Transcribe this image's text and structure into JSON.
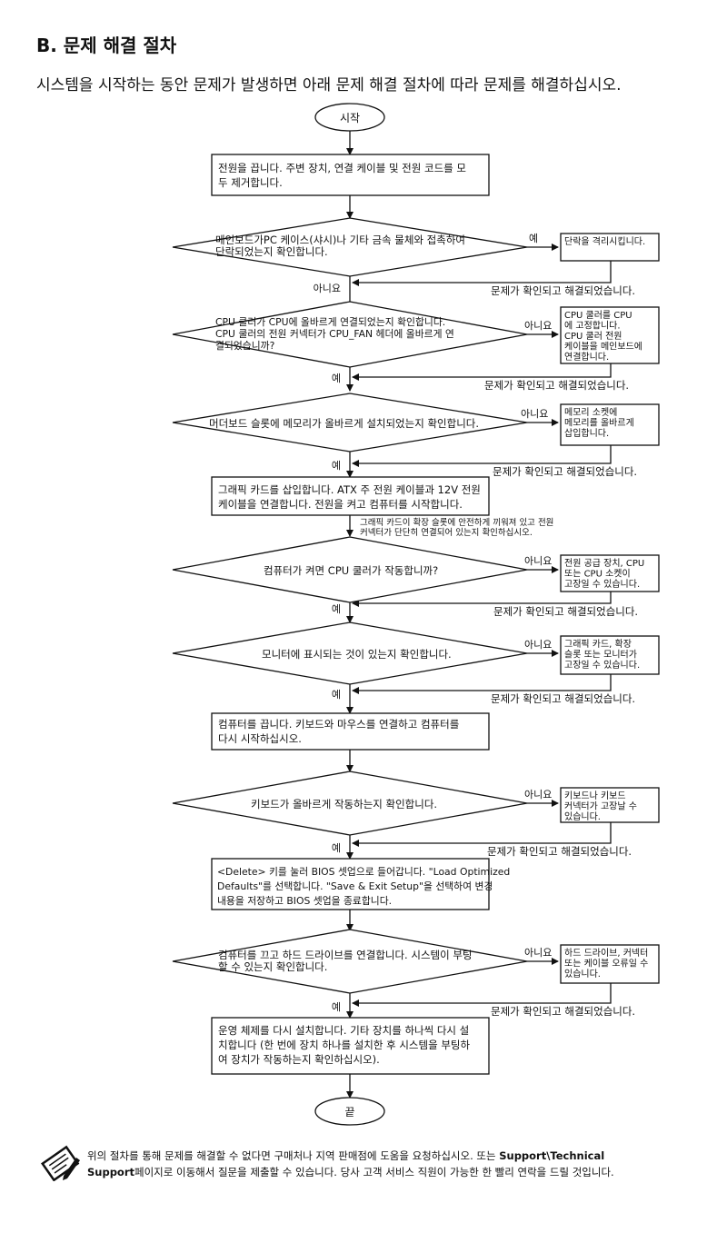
{
  "section_title": "B. 문제 해결 절차",
  "intro_text": "시스템을 시작하는 동안 문제가 발생하면 아래 문제 해결 절차에 따라 문제를 해결하십시오.",
  "flowchart": {
    "start_label": "시작",
    "end_label": "끝",
    "resolved_text": "문제가 확인되고 해결되었습니다.",
    "yes_label": "예",
    "no_label": "아니요",
    "nodes": {
      "step1": [
        "전원을 끕니다. 주변 장치, 연결 케이블 및 전원 코드를 모",
        "두 제거합니다."
      ],
      "check1": [
        "메인보드가PC 케이스(샤시)나 기타 금속 물체와 접촉하여",
        "단락되었는지 확인합니다."
      ],
      "fix1": [
        "단락을 격리시킵니다."
      ],
      "check2": [
        "CPU 쿨러가 CPU에 올바르게 연결되었는지 확인합니다.",
        "CPU 쿨러의 전원 커넥터가 CPU_FAN 헤더에 올바르게 연",
        "결되었습니까?"
      ],
      "fix2": [
        "CPU 쿨러를 CPU",
        "에 고정합니다.",
        "CPU 쿨러 전원",
        "케이블을 메인보드에",
        "연결합니다."
      ],
      "check3": [
        "머더보드 슬롯에 메모리가 올바르게 설치되었는지 확인합니다."
      ],
      "fix3": [
        "메모리 소켓에",
        "메모리를 올바르게",
        "삽입합니다."
      ],
      "step2": [
        "그래픽 카드를 삽입합니다. ATX 주 전원 케이블과 12V 전원",
        "케이블을 연결합니다. 전원을 켜고 컴퓨터를 시작합니다."
      ],
      "step2_note": [
        "그래픽 카드이 확장 슬롯에 안전하게 끼워져 있고 전원",
        "커넥터가 단단히 연결되어 있는지 확인하십시오."
      ],
      "check4": [
        "컴퓨터가 켜면 CPU 쿨러가 작동합니까?"
      ],
      "fix4": [
        "전원 공급 장치, CPU",
        "또는 CPU 소켓이",
        "고장일 수 있습니다."
      ],
      "check5": [
        "모니터에 표시되는 것이 있는지 확인합니다."
      ],
      "fix5": [
        "그래픽 카드, 확장",
        "슬롯 또는 모니터가",
        "고장일 수 있습니다."
      ],
      "step3": [
        "컴퓨터를 끕니다. 키보드와 마우스를 연결하고 컴퓨터를",
        "다시 시작하십시오."
      ],
      "check6": [
        "키보드가 올바르게 작동하는지 확인합니다."
      ],
      "fix6": [
        "키보드나 키보드",
        "커넥터가 고장날 수",
        "있습니다."
      ],
      "step4": [
        "<Delete> 키를 눌러 BIOS 셋업으로 들어갑니다. \"Load Optimized",
        "Defaults\"를 선택합니다. \"Save & Exit Setup\"을 선택하여 변경",
        "내용을 저장하고 BIOS 셋업을 종료합니다."
      ],
      "check7": [
        "컴퓨터를 끄고 하드 드라이브를 연결합니다. 시스템이 부팅",
        "할 수 있는지 확인합니다."
      ],
      "fix7": [
        "하드 드라이브, 커넥터",
        "또는 케이블 오류일 수",
        "있습니다."
      ],
      "step5": [
        "운영 체제를 다시 설치합니다. 기타 장치를 하나씩 다시 설",
        "치합니다 (한 번에 장치 하나를 설치한 후 시스템을 부팅하",
        "여 장치가 작동하는지 확인하십시오)."
      ]
    }
  },
  "support_note": {
    "icon": "note-pencil-icon",
    "line1_a": "위의 절차를 통해 문제를 해결할 수 없다면 구매처나 지역 판매점에 도움을 요청하십시오. 또는 ",
    "line1_b": "Support\\Technical",
    "line2_a": "Support",
    "line2_b": "페이지로 이동해서 질문을 제출할 수 있습니다. 당사 고객 서비스 직원이 가능한 한 빨리 연락을 드릴 것입니다."
  }
}
